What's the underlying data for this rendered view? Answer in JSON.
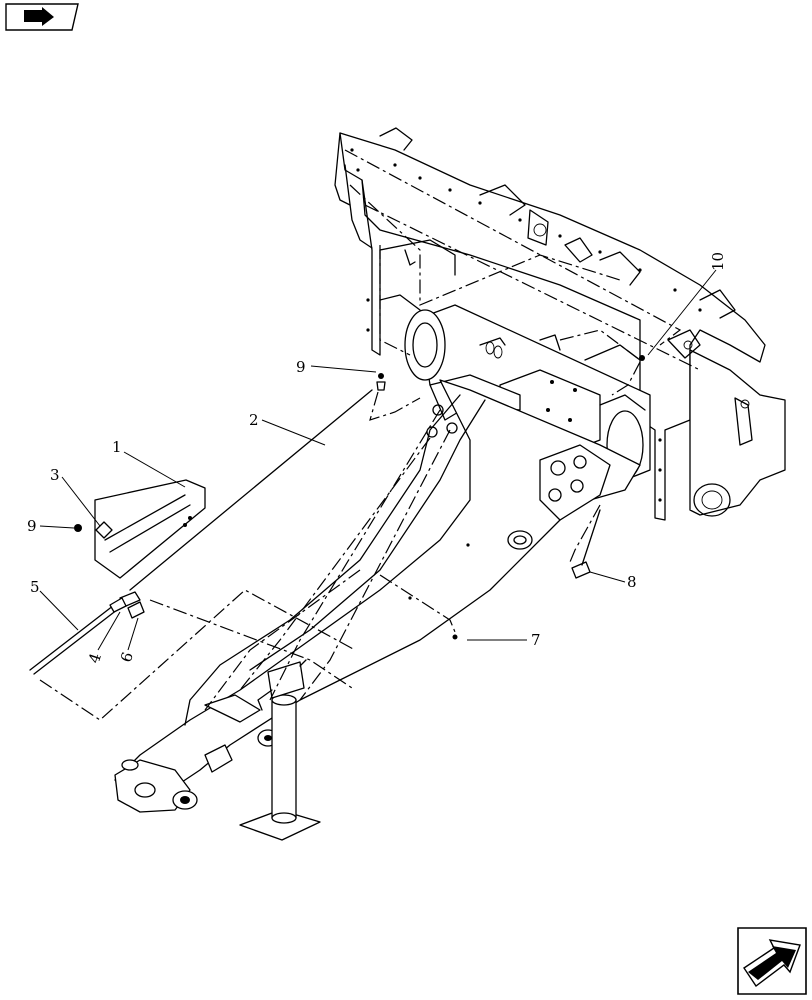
{
  "callouts": [
    {
      "id": "c1",
      "label": "1"
    },
    {
      "id": "c2",
      "label": "2"
    },
    {
      "id": "c3",
      "label": "3"
    },
    {
      "id": "c4",
      "label": "4"
    },
    {
      "id": "c5",
      "label": "5"
    },
    {
      "id": "c6",
      "label": "6"
    },
    {
      "id": "c7",
      "label": "7"
    },
    {
      "id": "c8",
      "label": "8"
    },
    {
      "id": "c9a",
      "label": "9"
    },
    {
      "id": "c9b",
      "label": "9"
    },
    {
      "id": "c10",
      "label": "10"
    }
  ],
  "nav": {
    "top_icon": "book-arrow-icon",
    "bottom_icon": "next-page-arrow-icon"
  }
}
